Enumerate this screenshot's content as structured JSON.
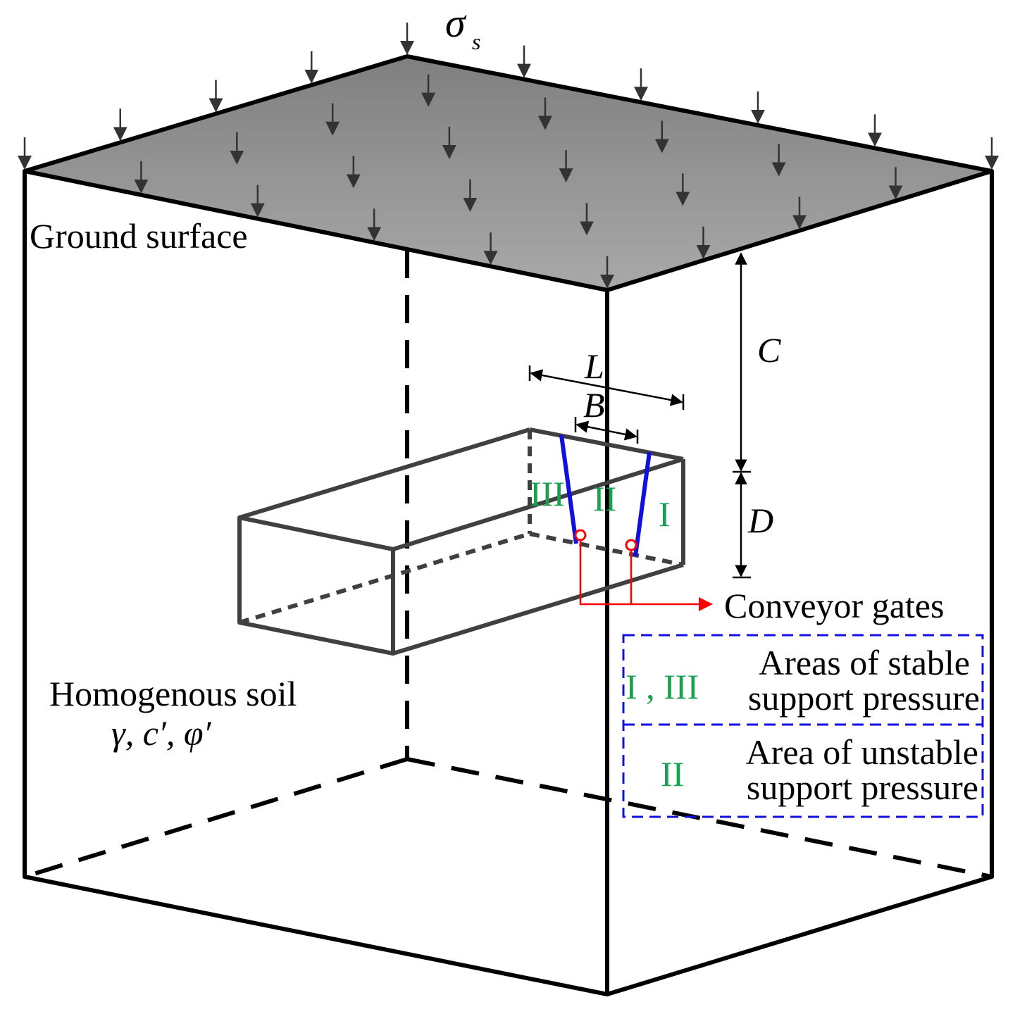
{
  "labels": {
    "load": "σ",
    "load_sub": "s",
    "ground_surface": "Ground surface",
    "soil_title": "Homogenous soil",
    "soil_params": "γ,  c′,  φ′",
    "dim_c": "C",
    "dim_d": "D",
    "dim_l": "L",
    "dim_b": "B",
    "zone_1": "I",
    "zone_2": "II",
    "zone_3": "III",
    "gates": "Conveyor gates"
  },
  "legend": {
    "stable_symbols": "I , III",
    "stable_line1": "Areas of stable",
    "stable_line2": "support pressure",
    "unstable_symbol": "II",
    "unstable_line1": "Area of unstable",
    "unstable_line2": "support pressure"
  },
  "colors": {
    "frame": "#000000",
    "surface_top": "#7f7f7f",
    "surface_bottom": "#a8a8a8",
    "tunnel": "#404040",
    "boundary": "#1010e0",
    "zone_label": "#1aa050",
    "gate": "#ff0000",
    "legend_border": "#1010e0"
  }
}
